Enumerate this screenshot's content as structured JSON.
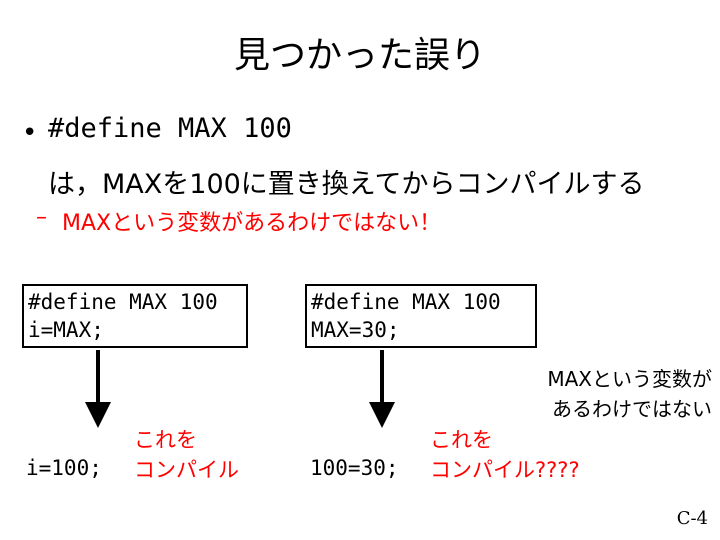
{
  "title": "見つかった誤り",
  "bullet": {
    "line1": "#define MAX 100",
    "line2": "は，MAXを100に置き換えてからコンパイルする",
    "sub": "MAXという変数があるわけではない！"
  },
  "left": {
    "code_line1": "#define MAX 100",
    "code_line2": "i=MAX;",
    "result": "i=100;",
    "label_line1": "これを",
    "label_line2": "コンパイル"
  },
  "right": {
    "code_line1": "#define MAX 100",
    "code_line2": "MAX=30;",
    "note_line1": "MAXという変数が",
    "note_line2": "あるわけではない",
    "result": "100=30;",
    "label_line1": "これを",
    "label_line2": "コンパイル????"
  },
  "page_number": "C-4"
}
